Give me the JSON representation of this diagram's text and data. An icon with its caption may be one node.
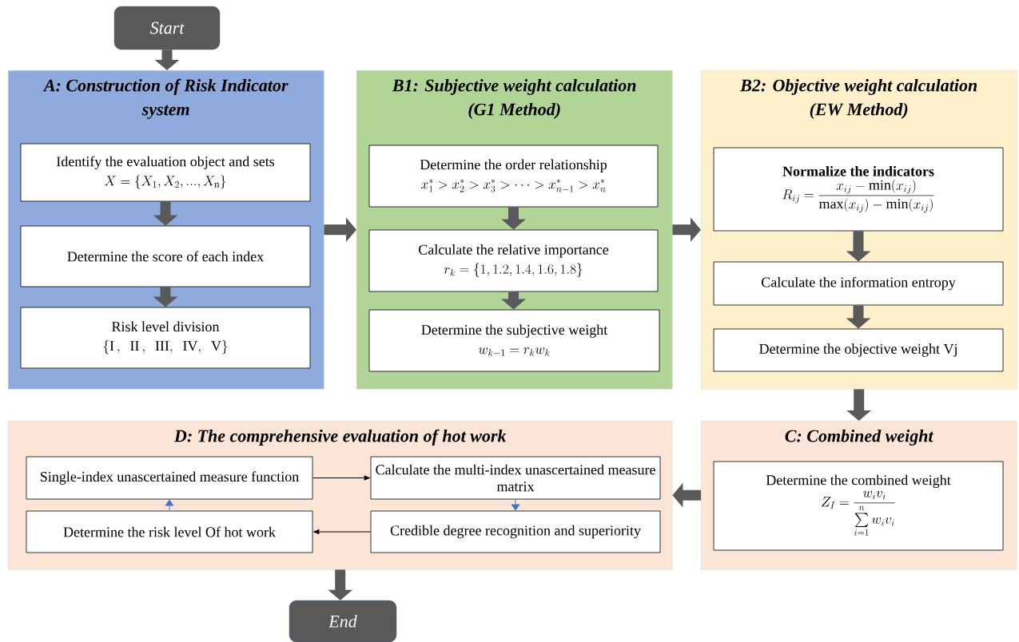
{
  "diagram": {
    "nodes": [
      {
        "text": [
          "Start"
        ]
      },
      {
        "text": [
          "A: Construction of Risk Indicator system"
        ]
      },
      {
        "text": [
          "Identify the evaluation object and sets",
          "X=\\left\\{X_{1},X_{2},...,X_{\\mathrm{n}}\\right\\}"
        ],
        "in": 1
      },
      {
        "text": [
          "Determine the score of each index"
        ],
        "in": 1
      },
      {
        "text": [
          "Risk level division",
          "\\left\\{\\mathrm{I}\\,,\\ \\ \\mathrm{II}\\,,\\ \\ \\mathrm{III},\\ \\ \\mathrm{IV},\\ \\ \\mathrm{V}\\right\\}"
        ],
        "in": 1
      },
      {
        "text": [
          "B1:  Subjective weight calculation (G1 Method)"
        ]
      },
      {
        "text": [
          "Determine the order relationship",
          "x_{1}^{*}>x_{2}^{*}>x_{3}^{*}>\\cdots>x_{n-1}^{*}>x_{n}^{*}"
        ],
        "in": 5
      },
      {
        "text": [
          "Calculate the relative importance",
          "r_{k}=\\{1,1.2,1.4,1.6,1.8\\}"
        ],
        "in": 5
      },
      {
        "text": [
          "Determine the subjective weight",
          "w_{k-1}=r_{k}w_{k}"
        ],
        "in": 5
      },
      {
        "text": [
          "B2:  Objective weight calculation (EW Method)"
        ]
      },
      {
        "text": [
          "Normalize the indicators",
          "R_{ij}=\\dfrac{x_{ij}-\\min(x_{ij})}{\\max(x_{ij})-\\min(x_{ij})}"
        ],
        "in": 9
      },
      {
        "text": [
          "Calculate the information entropy"
        ],
        "in": 9
      },
      {
        "text": [
          "Determine the objective weight Vj"
        ],
        "in": 9
      },
      {
        "text": [
          "C:  Combined weight"
        ]
      },
      {
        "text": [
          "Determine the combined weight",
          "Z_{I}=\\dfrac{w_{i}v_{i}}{\\sum\\limits_{i=1}^{n}w_{i}v_{i}}"
        ],
        "in": 13
      },
      {
        "text": [
          "D: The comprehensive evaluation of hot work"
        ]
      },
      {
        "text": [
          "Single-index unascertained measure function"
        ],
        "in": 15
      },
      {
        "text": [
          "Calculate the multi-index unascertained measure matrix"
        ],
        "in": 15
      },
      {
        "text": [
          "Credible degree recognition and superiority"
        ],
        "in": 15
      },
      {
        "text": [
          "Determine the risk level Of hot work"
        ],
        "in": 15
      },
      {
        "text": [
          "End"
        ]
      }
    ],
    "edges": [
      {
        "from": 0,
        "to": 1,
        "arrow": "to"
      },
      {
        "from": 2,
        "to": 3,
        "arrow": "to"
      },
      {
        "from": 3,
        "to": 4,
        "arrow": "to"
      },
      {
        "from": 1,
        "to": 5,
        "arrow": "to"
      },
      {
        "from": 6,
        "to": 7,
        "arrow": "to"
      },
      {
        "from": 7,
        "to": 8,
        "arrow": "to"
      },
      {
        "from": 5,
        "to": 9,
        "arrow": "to"
      },
      {
        "from": 10,
        "to": 11,
        "arrow": "to"
      },
      {
        "from": 11,
        "to": 12,
        "arrow": "to"
      },
      {
        "from": 9,
        "to": 13,
        "arrow": "to"
      },
      {
        "from": 13,
        "to": 15,
        "arrow": "to"
      },
      {
        "from": 16,
        "to": 17,
        "arrow": "to",
        "color": "#000000"
      },
      {
        "from": 17,
        "to": 18,
        "arrow": "to",
        "color": "#4472c4"
      },
      {
        "from": 18,
        "to": 19,
        "arrow": "to",
        "color": "#000000"
      },
      {
        "from": 19,
        "to": 16,
        "arrow": "to",
        "color": "#4472c4"
      },
      {
        "from": 15,
        "to": 20,
        "arrow": "to"
      }
    ]
  }
}
